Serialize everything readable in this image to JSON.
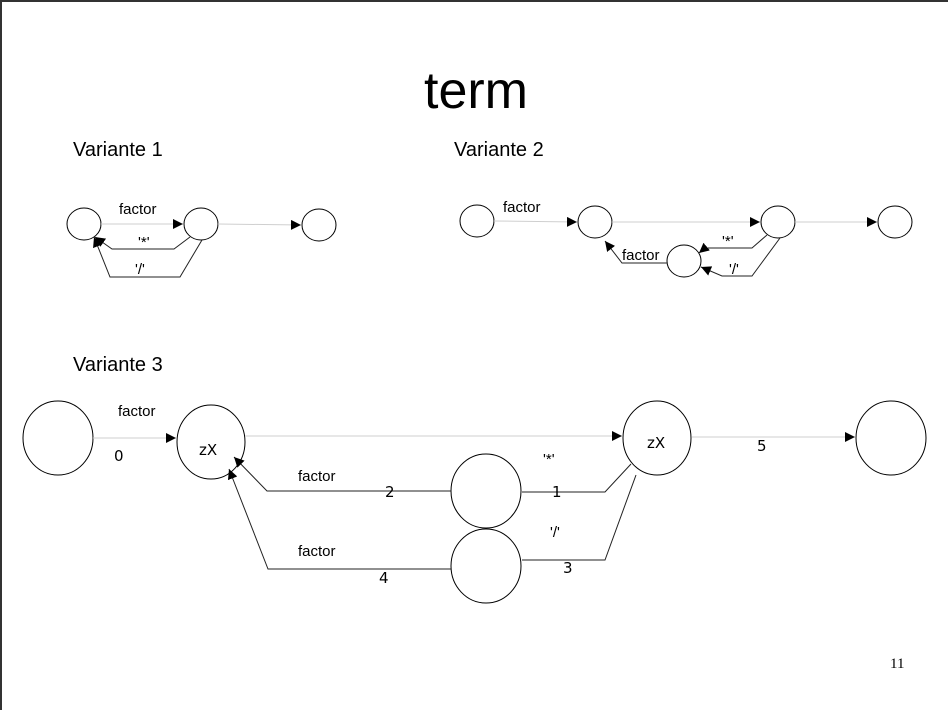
{
  "slide": {
    "title": "term",
    "page_number": "11"
  },
  "variante1": {
    "heading": "Variante 1",
    "label_factor": "factor",
    "label_star": "'*'",
    "label_slash": "'/'"
  },
  "variante2": {
    "heading": "Variante 2",
    "label_factor_top": "factor",
    "label_factor_loop": "factor",
    "label_star": "'*'",
    "label_slash": "'/'"
  },
  "variante3": {
    "heading": "Variante 3",
    "node_zx_left": "zX",
    "node_zx_right": "zX",
    "label_factor_top": "factor",
    "label_factor_mid": "factor",
    "label_factor_bottom": "factor",
    "label_star": "'*'",
    "label_slash": "'/'",
    "edge_0": "0",
    "edge_1": "1",
    "edge_2": "2",
    "edge_3": "3",
    "edge_4": "4",
    "edge_5": "5"
  }
}
